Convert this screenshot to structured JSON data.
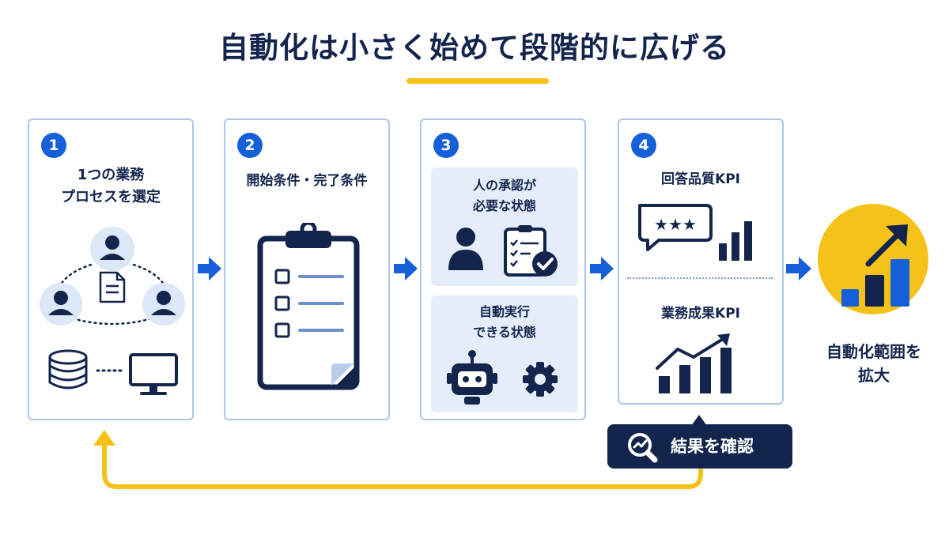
{
  "title": "自動化は小さく始めて段階的に広げる",
  "steps": [
    {
      "number": "1",
      "line1": "1つの業務",
      "line2": "プロセスを選定"
    },
    {
      "number": "2",
      "label": "開始条件・完了条件"
    },
    {
      "number": "3",
      "approval": {
        "line1": "人の承認が",
        "line2": "必要な状態"
      },
      "automatable": {
        "line1": "自動実行",
        "line2": "できる状態"
      }
    },
    {
      "number": "4",
      "quality_kpi": "回答品質KPI",
      "business_kpi": "業務成果KPI"
    }
  ],
  "result": {
    "line1": "自動化範囲を",
    "line2": "拡大"
  },
  "confirm_button": {
    "label": "結果を確認"
  },
  "colors": {
    "navy": "#14254d",
    "blue": "#1560d8",
    "yellow": "#f5c21a",
    "light": "#e6edfa",
    "border": "#aec5ea"
  }
}
